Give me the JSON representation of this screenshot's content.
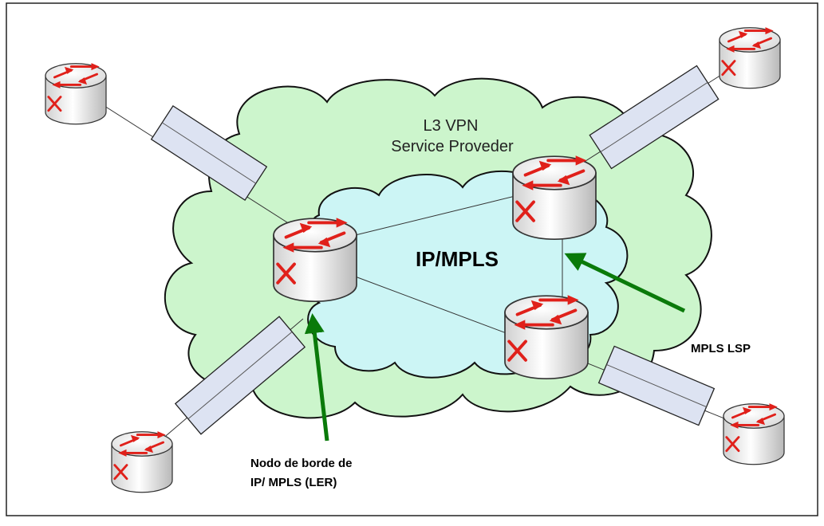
{
  "diagram": {
    "outer_cloud_label_line1": "L3 VPN",
    "outer_cloud_label_line2": "Service Proveder",
    "inner_cloud_label": "IP/MPLS",
    "lsp_label": "MPLS LSP",
    "ler_label_line1": "Nodo de borde de",
    "ler_label_line2": "IP/ MPLS (LER)"
  },
  "colors": {
    "outer_cloud": "#ccf5cc",
    "inner_cloud": "#ccf5f5",
    "arrow_annotation": "#0a7a0a",
    "router_arrow": "#e0201a",
    "tunnel": "#dde3f2"
  },
  "icons": [
    "router-icon"
  ]
}
